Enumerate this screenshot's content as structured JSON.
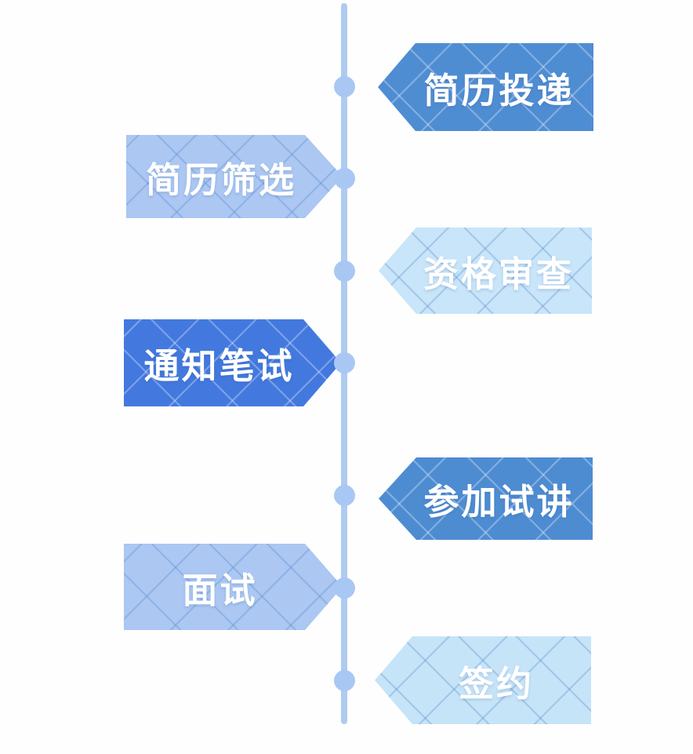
{
  "canvas": {
    "background_color": "#fefefe"
  },
  "timeline": {
    "line_color": "#aecbf0",
    "node_color": "#a9c7f3",
    "text_color": "#ffffff",
    "steps": [
      {
        "label": "简历投递",
        "side": "right",
        "fill": "#4f8dd3"
      },
      {
        "label": "简历筛选",
        "side": "left",
        "fill": "#abc7f2"
      },
      {
        "label": "资格审查",
        "side": "right",
        "fill": "#c8e5f9"
      },
      {
        "label": "通知笔试",
        "side": "left",
        "fill": "#4379de"
      },
      {
        "label": "参加试讲",
        "side": "right",
        "fill": "#4e8cd2"
      },
      {
        "label": "面试",
        "side": "left",
        "fill": "#abc7f2"
      },
      {
        "label": "签约",
        "side": "right",
        "fill": "#c6e4f8"
      }
    ]
  }
}
